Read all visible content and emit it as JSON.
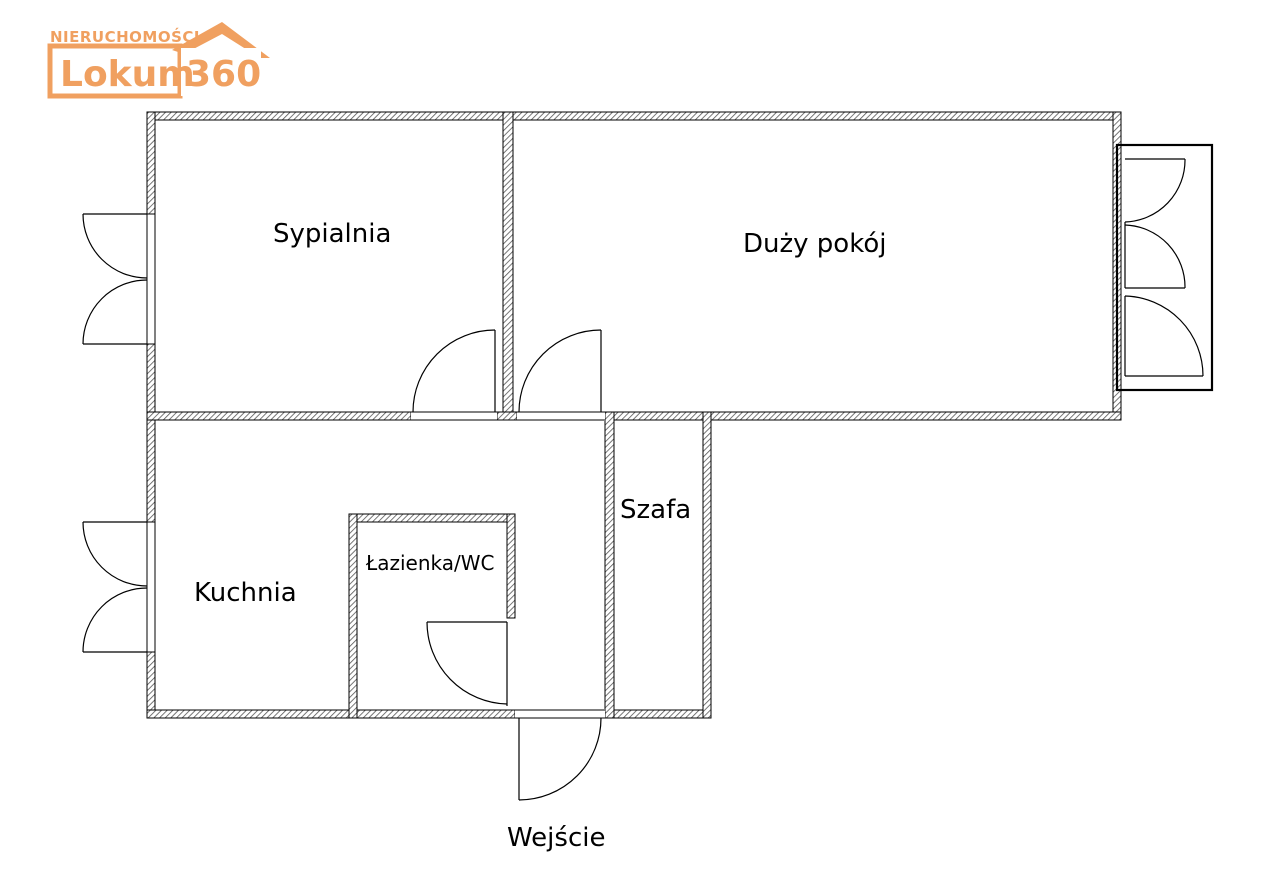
{
  "logo": {
    "small_text": "NIERUCHOMOŚCI",
    "name_text": "Lokum",
    "number_text": "360",
    "color": "#f0a060"
  },
  "rooms": {
    "bedroom": "Sypialnia",
    "living_room": "Duży pokój",
    "kitchen": "Kuchnia",
    "bathroom": "Łazienka/WC",
    "wardrobe": "Szafa"
  },
  "entrance_label": "Wejście",
  "colors": {
    "wall_hatch": "#555555",
    "line": "#000000",
    "background": "#ffffff"
  }
}
